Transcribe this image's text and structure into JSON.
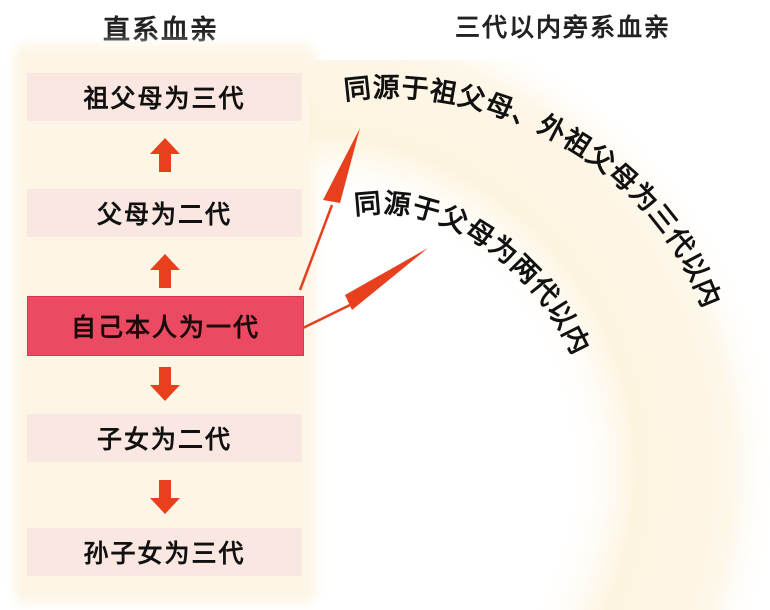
{
  "headings": {
    "lineal": "直系血亲",
    "collateral": "三代以内旁系血亲"
  },
  "lineal_boxes": [
    {
      "label": "祖父母为三代",
      "generation": 3,
      "direction": "up"
    },
    {
      "label": "父母为二代",
      "generation": 2,
      "direction": "up"
    },
    {
      "label": "自己本人为一代",
      "generation": 1,
      "highlight": true
    },
    {
      "label": "子女为二代",
      "generation": 2,
      "direction": "down"
    },
    {
      "label": "孙子女为三代",
      "generation": 3,
      "direction": "down"
    }
  ],
  "collateral_arcs": [
    {
      "label": "同源于祖父母、外祖父母为三代以内"
    },
    {
      "label": "同源于父母为两代以内"
    }
  ],
  "colors": {
    "arrow": "#e8401c",
    "self_box": "#ec4a63",
    "box": "#fbe7e2",
    "panel": "#fdf6e6"
  }
}
